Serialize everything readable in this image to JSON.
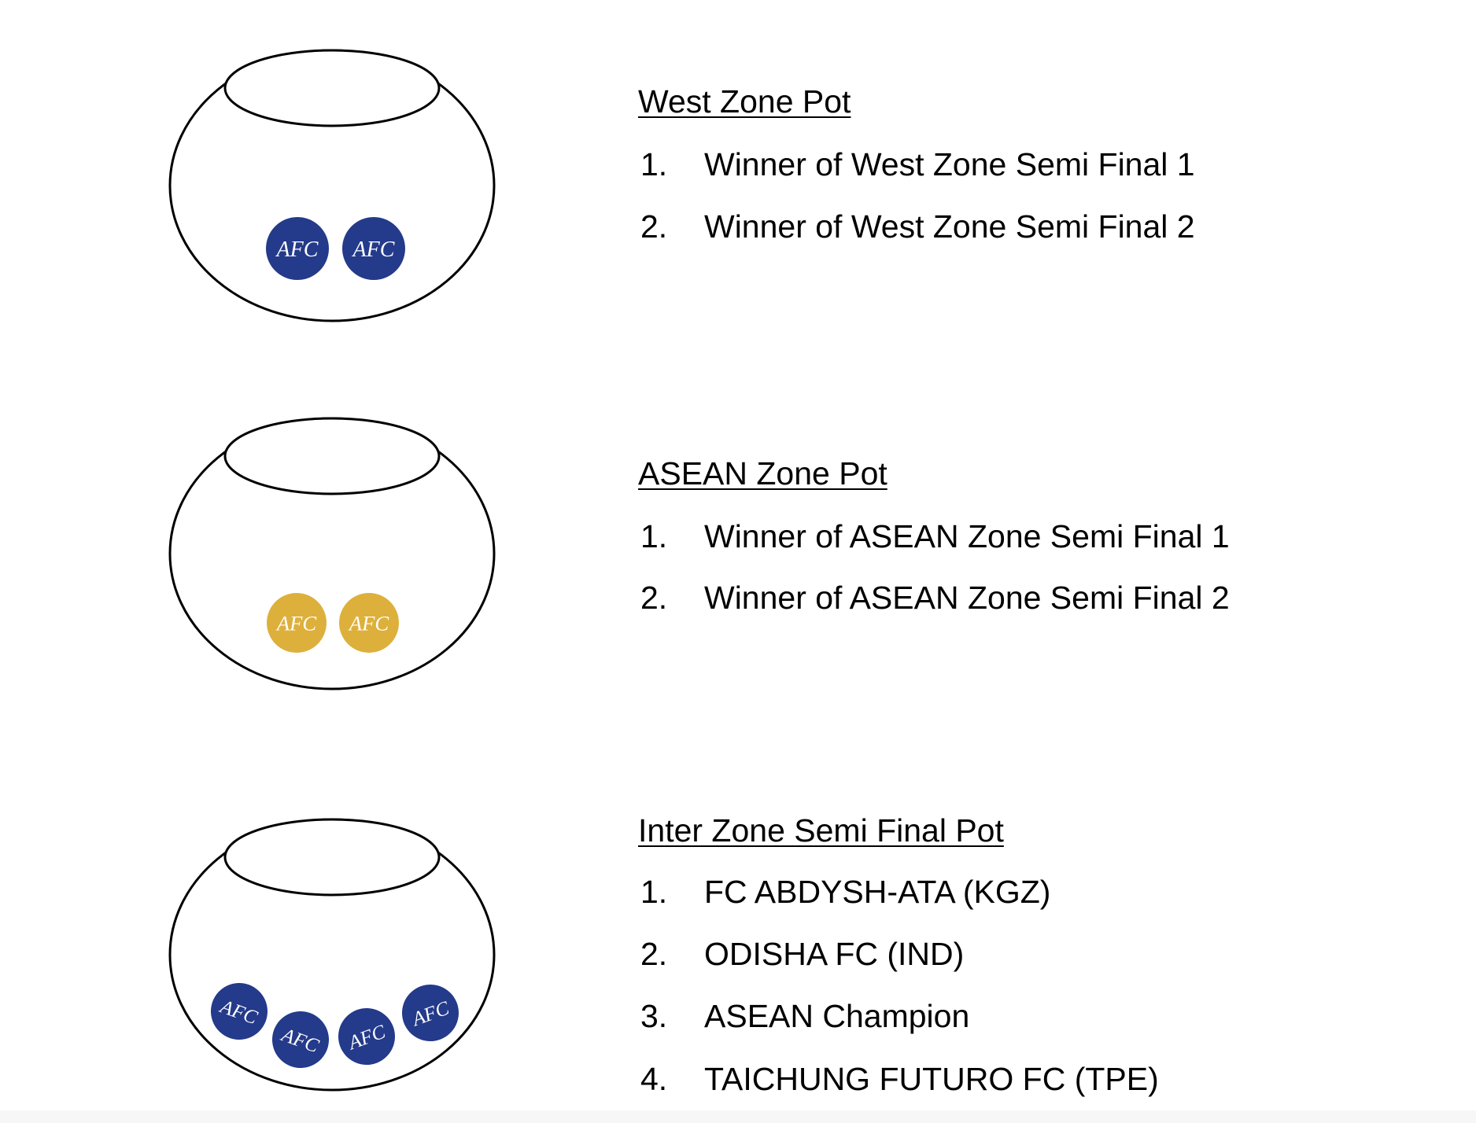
{
  "colors": {
    "blue_ball": "#243a8a",
    "gold_ball": "#ddb03c",
    "outline": "#000000"
  },
  "ball_logo": "AFC",
  "pots": [
    {
      "title": "West Zone Pot",
      "ball_color": "blue",
      "ball_count": 2,
      "items": [
        {
          "num": "1.",
          "text": "Winner of West Zone Semi Final 1"
        },
        {
          "num": "2.",
          "text": "Winner of West Zone Semi Final 2"
        }
      ]
    },
    {
      "title": "ASEAN Zone Pot",
      "ball_color": "gold",
      "ball_count": 2,
      "items": [
        {
          "num": "1.",
          "text": "Winner of ASEAN Zone Semi Final 1"
        },
        {
          "num": "2.",
          "text": "Winner of ASEAN Zone Semi Final 2"
        }
      ]
    },
    {
      "title": "Inter Zone Semi Final Pot",
      "ball_color": "blue",
      "ball_count": 4,
      "items": [
        {
          "num": "1.",
          "text": "FC ABDYSH-ATA (KGZ)"
        },
        {
          "num": "2.",
          "text": "ODISHA FC (IND)"
        },
        {
          "num": "3.",
          "text": "ASEAN Champion"
        },
        {
          "num": "4.",
          "text": "TAICHUNG FUTURO FC (TPE)"
        }
      ]
    }
  ]
}
